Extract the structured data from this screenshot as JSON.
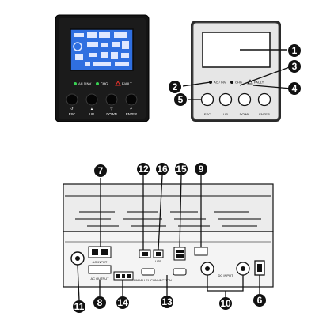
{
  "left_panel": {
    "led_labels": [
      "AC / INV",
      "CHG",
      "FAULT"
    ],
    "button_labels": [
      "ESC",
      "UP",
      "DOWN",
      "ENTER"
    ],
    "led_colors": [
      "#39d353",
      "#39d353",
      "#e5322b"
    ],
    "lcd_color": "#2f6fe0"
  },
  "right_panel": {
    "led_labels": [
      "AC / INV",
      "CHG",
      "FAULT"
    ],
    "button_labels": [
      "ESC",
      "UP",
      "DOWN",
      "ENTER"
    ]
  },
  "callouts": [
    {
      "id": "1",
      "label": "1"
    },
    {
      "id": "2",
      "label": "2"
    },
    {
      "id": "3",
      "label": "3"
    },
    {
      "id": "4",
      "label": "4"
    },
    {
      "id": "5",
      "label": "5"
    },
    {
      "id": "6",
      "label": "6"
    },
    {
      "id": "7",
      "label": "7"
    },
    {
      "id": "8",
      "label": "8"
    },
    {
      "id": "9",
      "label": "9"
    },
    {
      "id": "10",
      "label": "10"
    },
    {
      "id": "11",
      "label": "11"
    },
    {
      "id": "12",
      "label": "12"
    },
    {
      "id": "13",
      "label": "13"
    },
    {
      "id": "14",
      "label": "14"
    },
    {
      "id": "15",
      "label": "15"
    },
    {
      "id": "16",
      "label": "16"
    }
  ],
  "rear_panel": {
    "labels": {
      "ac_input": "AC INPUT",
      "ac_output": "AC OUTPUT",
      "parallel": "PARALLEL CONNECTION",
      "dc_input": "DC INPUT",
      "usb": "USB"
    }
  }
}
